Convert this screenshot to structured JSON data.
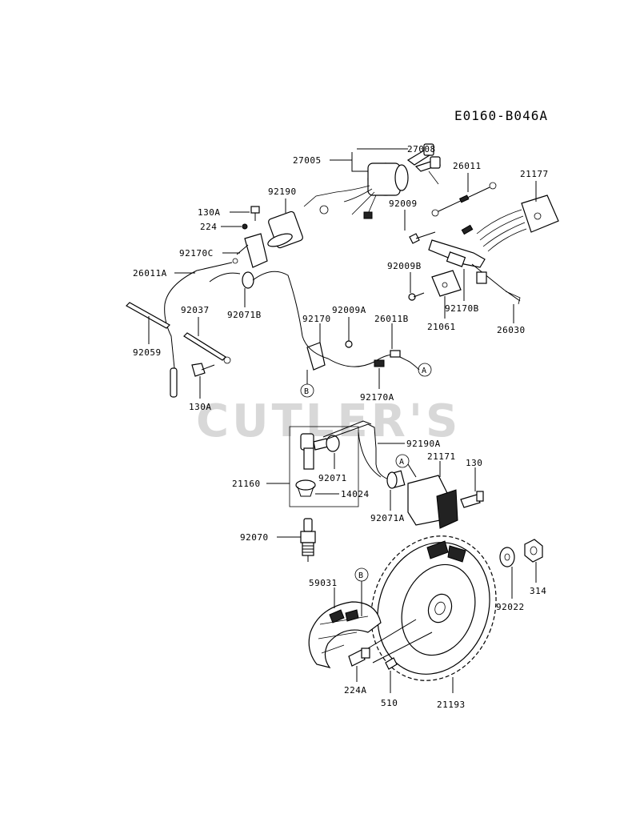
{
  "diagram_code": "E0160-B046A",
  "watermark": "CUTLER'S",
  "refs": {
    "A": "A",
    "B": "B"
  },
  "parts": {
    "p27008": "27008",
    "p27005": "27005",
    "p26011": "26011",
    "p21177": "21177",
    "p92190": "92190",
    "p130A_top": "130A",
    "p224": "224",
    "p92009": "92009",
    "p92170C": "92170C",
    "p26011A": "26011A",
    "p92009B": "92009B",
    "p92071B": "92071B",
    "p92170B": "92170B",
    "p21061": "21061",
    "p26030": "26030",
    "p92037": "92037",
    "p92059": "92059",
    "p92009A": "92009A",
    "p92170": "92170",
    "p26011B": "26011B",
    "p130A_bottom": "130A",
    "p92170A": "92170A",
    "p92190A": "92190A",
    "p21171": "21171",
    "p130": "130",
    "p21160": "21160",
    "p92071": "92071",
    "p14024": "14024",
    "p92071A": "92071A",
    "p92070": "92070",
    "p59031": "59031",
    "p92022": "92022",
    "p314": "314",
    "p224A": "224A",
    "p510": "510",
    "p21193": "21193"
  }
}
